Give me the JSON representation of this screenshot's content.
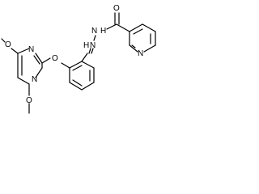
{
  "molecule": {
    "atoms": {
      "o_ketone": "O",
      "h1": "H",
      "n1": "N",
      "n2": "N",
      "h2": "H",
      "n_pyridine": "N",
      "o_ether": "O",
      "n_pym1": "N",
      "n_pym2": "N",
      "o_ome_top": "O",
      "o_ome_bottom": "O"
    }
  }
}
